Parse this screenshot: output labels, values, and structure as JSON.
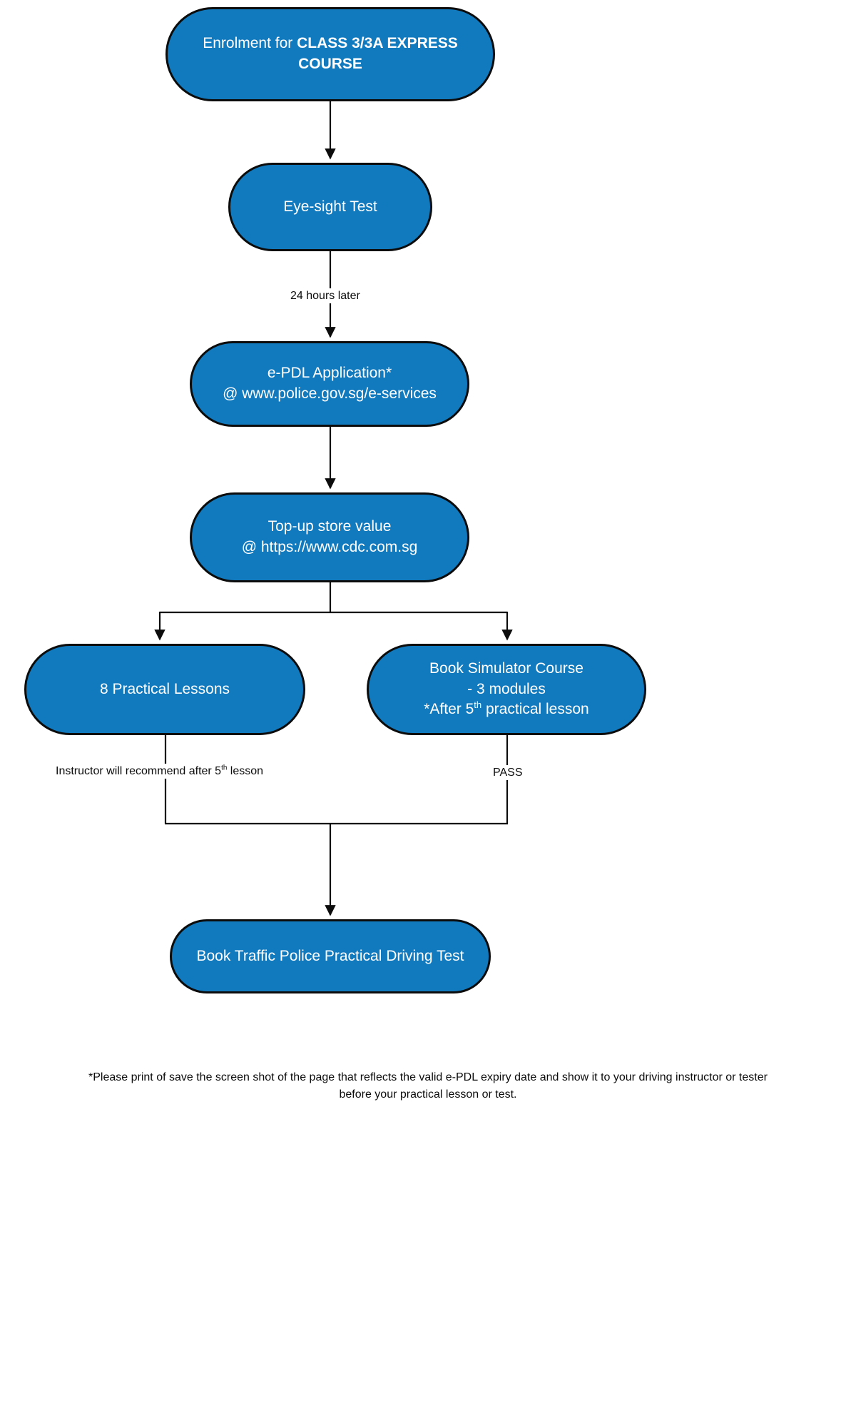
{
  "document": {
    "title": "Enrolment flowchart for Class 3/3A Express Course",
    "background_color": "#ffffff"
  },
  "theme": {
    "node_fill": "#1179BE",
    "node_border": "#0c0c0c",
    "node_text": "#ffffff",
    "connector_color": "#0c0c0c",
    "label_text": "#0c0c0c"
  },
  "nodes": [
    {
      "id": "enrolment",
      "lines": [
        "Enrolment for CLASS 3/3A EXPRESS COURSE"
      ],
      "prefix": "Enrolment for ",
      "emphasis": "CLASS 3/3A EXPRESS COURSE"
    },
    {
      "id": "eyesight",
      "lines": [
        "Eye-sight Test"
      ],
      "line1": "Eye-sight Test"
    },
    {
      "id": "epdl",
      "line1": "e-PDL Application*",
      "line2": "@ www.police.gov.sg/e-services"
    },
    {
      "id": "topup",
      "line1": "Top-up store value",
      "line2": "@ https://www.cdc.com.sg"
    },
    {
      "id": "practical",
      "line1": "8 Practical Lessons"
    },
    {
      "id": "simulator",
      "line1": "Book Simulator Course",
      "line2": "- 3 modules",
      "line3_before": "*After 5",
      "line3_sup": "th",
      "line3_after": " practical lesson"
    },
    {
      "id": "booktest",
      "line1": "Book Traffic Police Practical Driving Test"
    }
  ],
  "edge_labels": {
    "twenty_four_hours": "24 hours later",
    "instructor_before": "Instructor will recommend after 5",
    "instructor_sup": "th",
    "instructor_after": " lesson",
    "pass": "PASS"
  },
  "footnote": {
    "line1": "*Please print of save the screen shot of the page that reflects the valid e-PDL expiry date and show it to your",
    "line2": "driving instructor or tester before your practical lesson or test."
  },
  "chart_data": {
    "type": "diagram",
    "diagram_kind": "flowchart",
    "orientation": "top-to-bottom",
    "title": "Enrolment for CLASS 3/3A EXPRESS COURSE",
    "steps": [
      {
        "step": 1,
        "label": "Enrolment for CLASS 3/3A EXPRESS COURSE"
      },
      {
        "step": 2,
        "label": "Eye-sight Test"
      },
      {
        "step": 3,
        "label": "e-PDL Application* @ www.police.gov.sg/e-services"
      },
      {
        "step": 4,
        "label": "Top-up store value @ https://www.cdc.com.sg"
      },
      {
        "step": 5,
        "label": "8 Practical Lessons"
      },
      {
        "step": 5,
        "label": "Book Simulator Course - 3 modules *After 5th practical lesson"
      },
      {
        "step": 6,
        "label": "Book Traffic Police Practical Driving Test"
      }
    ],
    "edges": [
      {
        "from": "Enrolment for CLASS 3/3A EXPRESS COURSE",
        "to": "Eye-sight Test",
        "label": ""
      },
      {
        "from": "Eye-sight Test",
        "to": "e-PDL Application*",
        "label": "24 hours later"
      },
      {
        "from": "e-PDL Application*",
        "to": "Top-up store value",
        "label": ""
      },
      {
        "from": "Top-up store value",
        "to": "8 Practical Lessons",
        "label": ""
      },
      {
        "from": "Top-up store value",
        "to": "Book Simulator Course",
        "label": ""
      },
      {
        "from": "8 Practical Lessons",
        "to": "Book Traffic Police Practical Driving Test",
        "label": "Instructor will recommend after 5th lesson"
      },
      {
        "from": "Book Simulator Course",
        "to": "Book Traffic Police Practical Driving Test",
        "label": "PASS"
      }
    ]
  }
}
